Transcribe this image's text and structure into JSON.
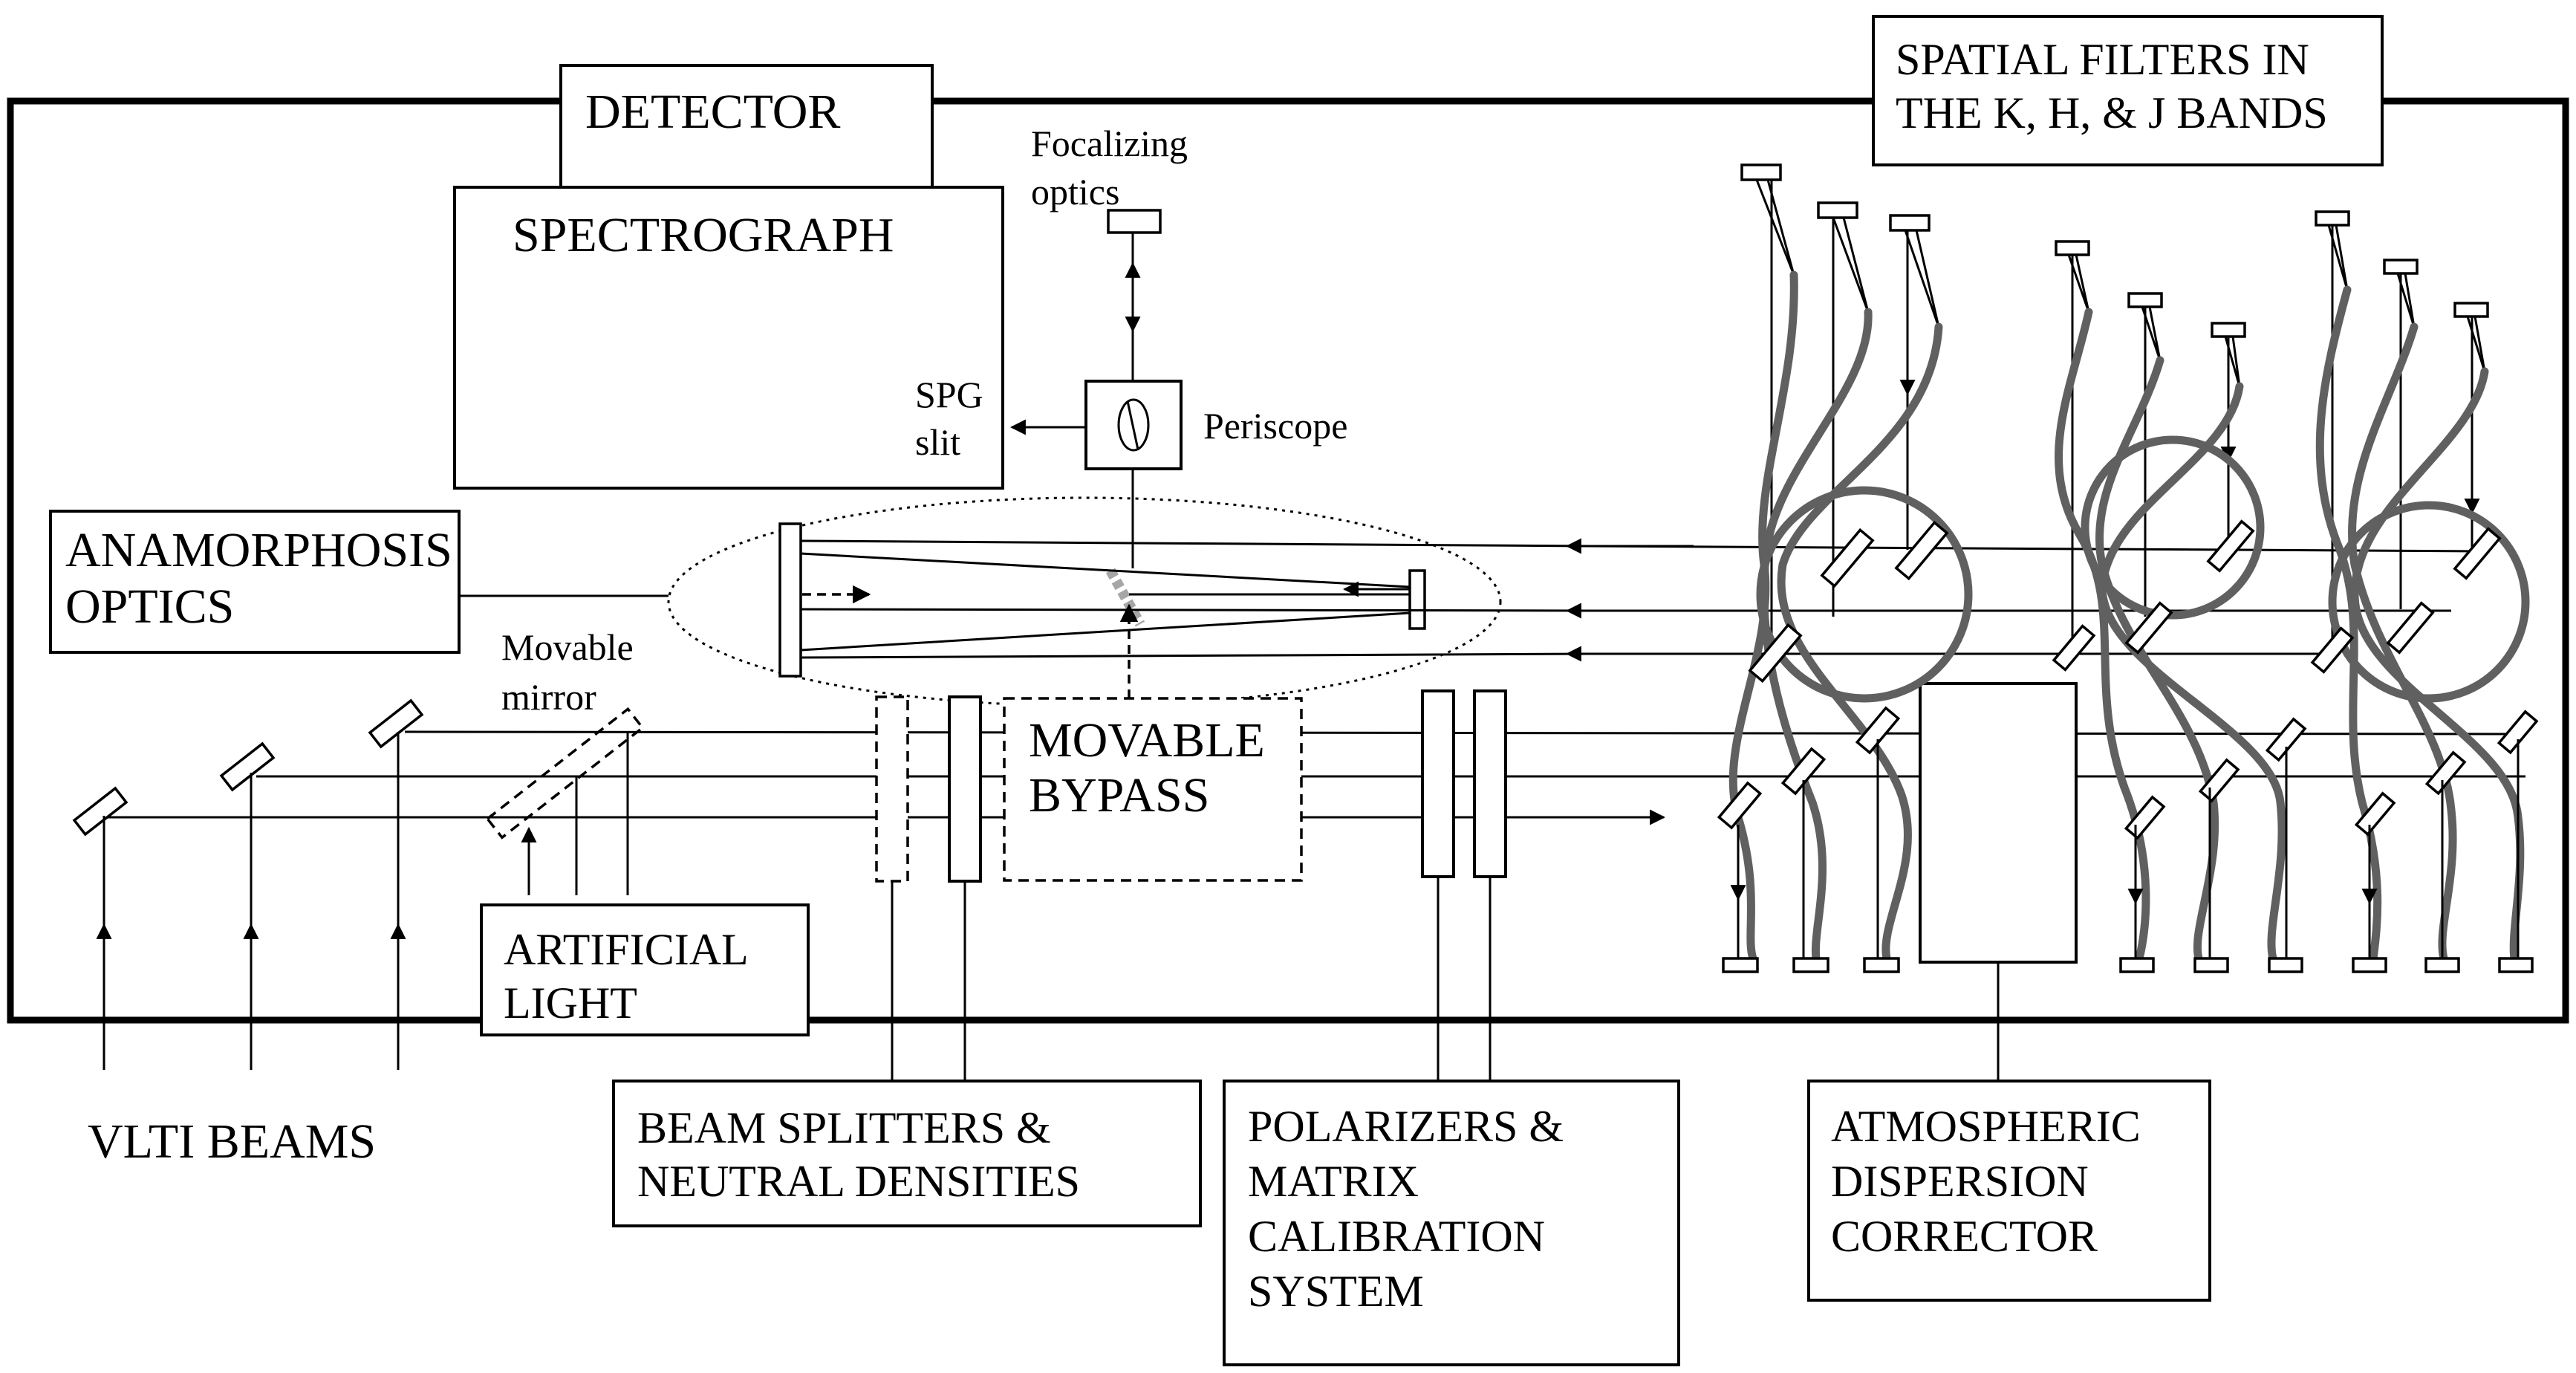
{
  "labels": {
    "detector": "DETECTOR",
    "spectrograph": "SPECTROGRAPH",
    "focalizing_1": "Focalizing",
    "focalizing_2": "optics",
    "spg_1": "SPG",
    "spg_2": "slit",
    "periscope": "Periscope",
    "anamorphosis_1": "ANAMORPHOSIS",
    "anamorphosis_2": "OPTICS",
    "movable_mirror_1": "Movable",
    "movable_mirror_2": "mirror",
    "movable_bypass_1": "MOVABLE",
    "movable_bypass_2": "BYPASS",
    "artificial_light_1": "ARTIFICIAL",
    "artificial_light_2": "LIGHT",
    "vlti_beams": "VLTI BEAMS",
    "beam_splitters_1": "BEAM SPLITTERS &",
    "beam_splitters_2": "NEUTRAL DENSITIES",
    "polarizers_1": "POLARIZERS &",
    "polarizers_2": "MATRIX",
    "polarizers_3": "CALIBRATION",
    "polarizers_4": "SYSTEM",
    "atmospheric_1": "ATMOSPHERIC",
    "atmospheric_2": "DISPERSION",
    "atmospheric_3": "CORRECTOR",
    "spatial_filters_1": "SPATIAL FILTERS IN",
    "spatial_filters_2": "THE K, H, & J BANDS"
  }
}
